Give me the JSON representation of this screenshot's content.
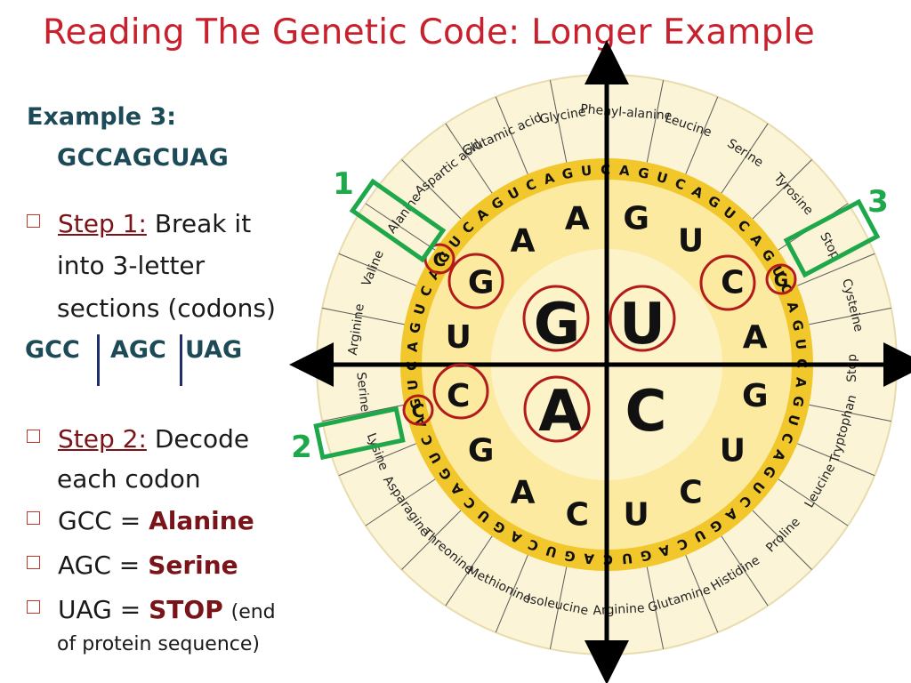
{
  "title": "Reading The Genetic Code: Longer Example",
  "example": {
    "label": "Example 3:",
    "sequence": "GCCAGCUAG",
    "codons": [
      "GCC",
      "AGC",
      "UAG"
    ]
  },
  "steps": {
    "step1_label": "Step 1:",
    "step1_text": "Break it",
    "step1_line2": "into 3-letter",
    "step1_line3": "sections (codons)",
    "step2_label": "Step 2:",
    "step2_text": "Decode",
    "step2_line2": "each codon"
  },
  "results": [
    {
      "codon": "GCC =",
      "amino": "Alanine",
      "extra": ""
    },
    {
      "codon": "AGC =",
      "amino": "Serine",
      "extra": ""
    },
    {
      "codon": "UAG =",
      "amino": "STOP",
      "extra": "(end"
    }
  ],
  "results_tail": "of protein sequence)",
  "markers": [
    "1",
    "2",
    "3"
  ],
  "wheel": {
    "inner": [
      "G",
      "U",
      "A",
      "C"
    ],
    "middle": [
      "A",
      "G",
      "U",
      "C",
      "A",
      "G",
      "U",
      "C",
      "U",
      "C",
      "A",
      "G",
      "C",
      "U",
      "G",
      "A"
    ],
    "amino_acids": [
      "Glycine",
      "Phenyl-alanine",
      "Leucine",
      "Serine",
      "Tyrosine",
      "Stop",
      "Cysteine",
      "Stop",
      "Tryptophan",
      "Leucine",
      "Proline",
      "Histidine",
      "Glutamine",
      "Arginine",
      "Isoleucine",
      "Methionine",
      "Threonine",
      "Asparagine",
      "Lysine",
      "Serine",
      "Arginine",
      "Valine",
      "Alanine",
      "Aspartic acid",
      "Glutamic acid"
    ]
  },
  "colors": {
    "title": "#c8202c",
    "heading": "#1c4b57",
    "emphasis": "#7a1418",
    "marker_green": "#1ea84a",
    "circle_red": "#b31b1b",
    "wheel_yellow": "#f1c72c",
    "wheel_cream": "#fbeaa0"
  }
}
